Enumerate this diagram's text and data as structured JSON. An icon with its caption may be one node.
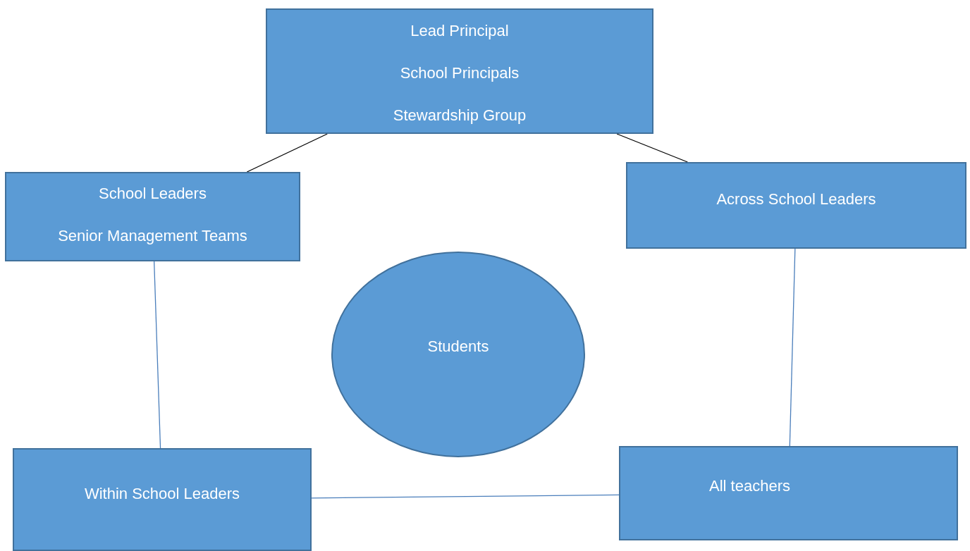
{
  "diagram": {
    "nodes": [
      {
        "text": [
          "Lead Principal",
          "School Principals",
          "Stewardship Group"
        ]
      },
      {
        "text": [
          "School Leaders",
          "Senior Management Teams"
        ]
      },
      {
        "text": [
          "Across School Leaders"
        ]
      },
      {
        "text": [
          "Students"
        ]
      },
      {
        "text": [
          "Within School Leaders"
        ]
      },
      {
        "text": [
          "All teachers"
        ]
      }
    ],
    "edges": [
      {
        "from": 0,
        "to": 1,
        "arrow": "none",
        "color": "#000000"
      },
      {
        "from": 0,
        "to": 2,
        "arrow": "none",
        "color": "#000000"
      },
      {
        "from": 1,
        "to": 4,
        "arrow": "none"
      },
      {
        "from": 2,
        "to": 5,
        "arrow": "none"
      },
      {
        "from": 4,
        "to": 5,
        "arrow": "none"
      }
    ]
  }
}
